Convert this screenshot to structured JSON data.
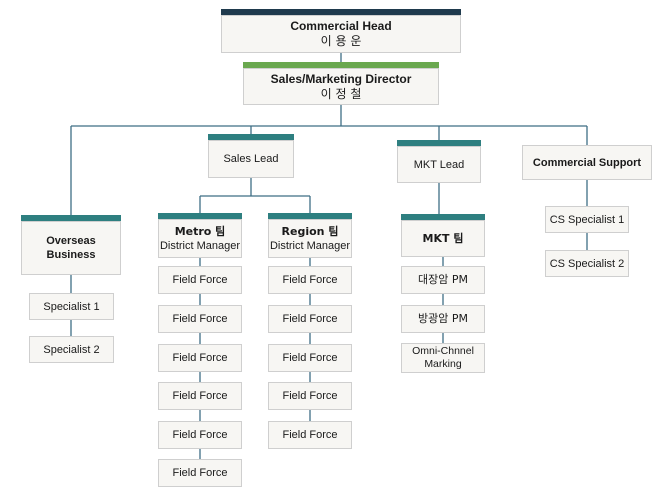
{
  "commercial_head": {
    "title": "Commercial Head",
    "name": "이 용 운"
  },
  "director": {
    "title": "Sales/Marketing Director",
    "name": "이 정 철"
  },
  "sales_lead": {
    "title": "Sales Lead"
  },
  "mkt_lead": {
    "title": "MKT Lead"
  },
  "commercial_support": {
    "title": "Commercial Support"
  },
  "overseas": {
    "title": "Overseas Business",
    "items": [
      "Specialist 1",
      "Specialist 2"
    ]
  },
  "metro_team": {
    "title": "Metro 팀",
    "subtitle": "District Manager",
    "items": [
      "Field Force",
      "Field Force",
      "Field Force",
      "Field Force",
      "Field Force",
      "Field Force"
    ]
  },
  "region_team": {
    "title": "Region 팀",
    "subtitle": "District Manager",
    "items": [
      "Field Force",
      "Field Force",
      "Field Force",
      "Field Force",
      "Field Force"
    ]
  },
  "mkt_team": {
    "title": "MKT 팀",
    "items": [
      "대장암 PM",
      "방광암 PM",
      "Omni-Chnnel Marking"
    ]
  },
  "cs": {
    "items": [
      "CS Specialist 1",
      "CS Specialist 2"
    ]
  },
  "colors": {
    "line": "#3f6e85",
    "navy": "#1f3a4d",
    "green": "#6aa84f",
    "teal": "#2e7f80",
    "box_bg": "#f7f6f3"
  }
}
